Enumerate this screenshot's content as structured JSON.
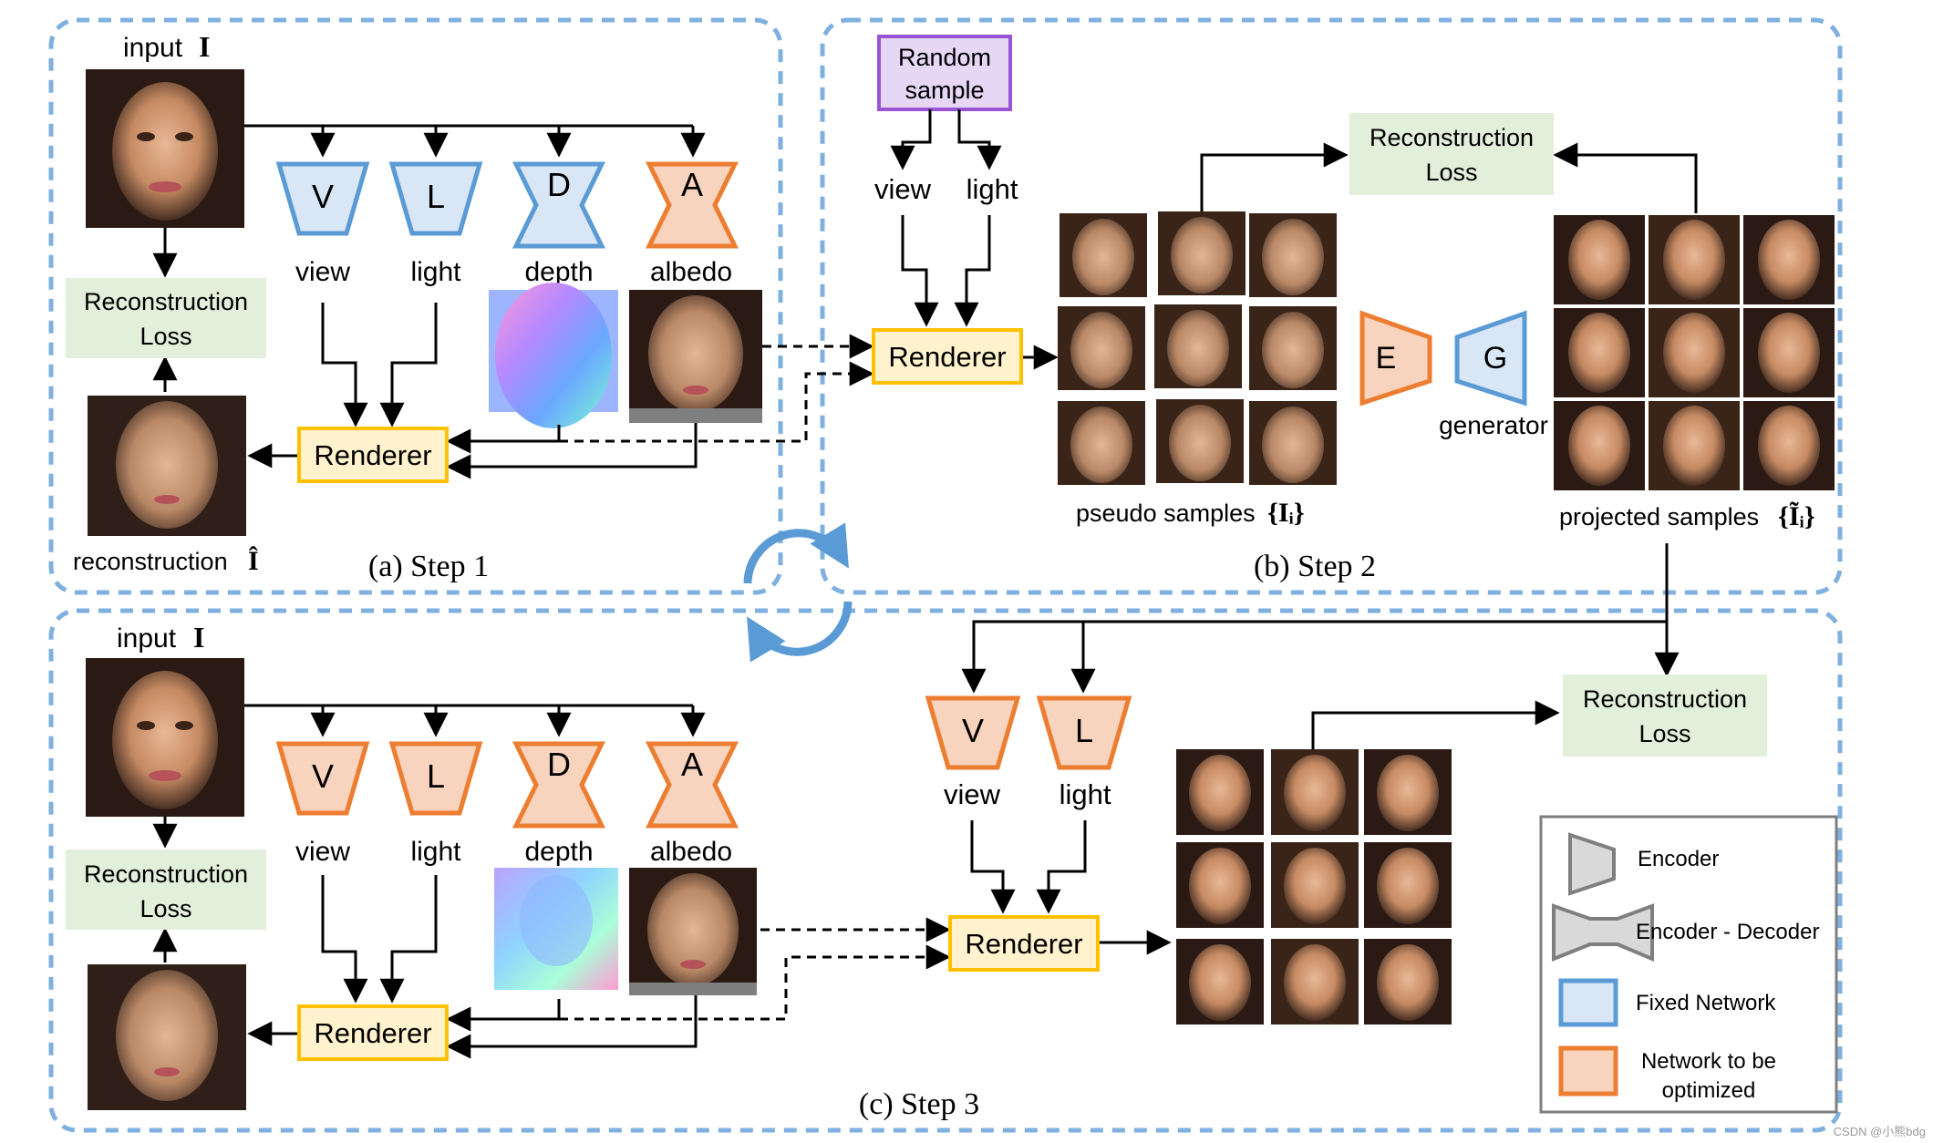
{
  "colors": {
    "panel_border": "#7fb0e0",
    "fixed_fill": "#d9e6f5",
    "fixed_stroke": "#5b9bd5",
    "opt_fill": "#f8d3bd",
    "opt_stroke": "#ed7d31",
    "renderer_fill": "#fff2cc",
    "renderer_stroke": "#ffc000",
    "loss_fill": "#e2efda",
    "random_fill": "#e5d7f5",
    "random_stroke": "#9954d6",
    "encoder_gray": "#d9d9d9",
    "encoder_gray_stroke": "#7f7f7f"
  },
  "step1": {
    "caption": "(a) Step 1",
    "input_label": "input",
    "input_symbol": "I",
    "nets": [
      {
        "letter": "V",
        "label": "view"
      },
      {
        "letter": "L",
        "label": "light"
      },
      {
        "letter": "D",
        "label": "depth"
      },
      {
        "letter": "A",
        "label": "albedo"
      }
    ],
    "loss": [
      "Reconstruction",
      "Loss"
    ],
    "renderer": "Renderer",
    "recon_label": "reconstruction",
    "recon_symbol": "Î"
  },
  "step2": {
    "caption": "(b) Step 2",
    "random": [
      "Random",
      "sample"
    ],
    "view": "view",
    "light": "light",
    "renderer": "Renderer",
    "loss": [
      "Reconstruction",
      "Loss"
    ],
    "encoder_letter": "E",
    "generator_letter": "G",
    "generator_label": "generator",
    "pseudo_label": "pseudo samples",
    "pseudo_symbol": "{Iᵢ}",
    "projected_label": "projected samples",
    "projected_symbol": "{Ĩᵢ}"
  },
  "step3": {
    "caption": "(c) Step 3",
    "input_label": "input",
    "input_symbol": "I",
    "nets": [
      {
        "letter": "V",
        "label": "view"
      },
      {
        "letter": "L",
        "label": "light"
      },
      {
        "letter": "D",
        "label": "depth"
      },
      {
        "letter": "A",
        "label": "albedo"
      }
    ],
    "loss": [
      "Reconstruction",
      "Loss"
    ],
    "renderer_left": "Renderer",
    "renderer_right": "Renderer",
    "view_net": {
      "letter": "V",
      "label": "view"
    },
    "light_net": {
      "letter": "L",
      "label": "light"
    },
    "loss_right": [
      "Reconstruction",
      "Loss"
    ]
  },
  "legend": {
    "encoder": "Encoder",
    "encoder_decoder": "Encoder - Decoder",
    "fixed": "Fixed Network",
    "optimized": [
      "Network to be",
      "optimized"
    ]
  },
  "watermark": "CSDN @小熊bdg"
}
